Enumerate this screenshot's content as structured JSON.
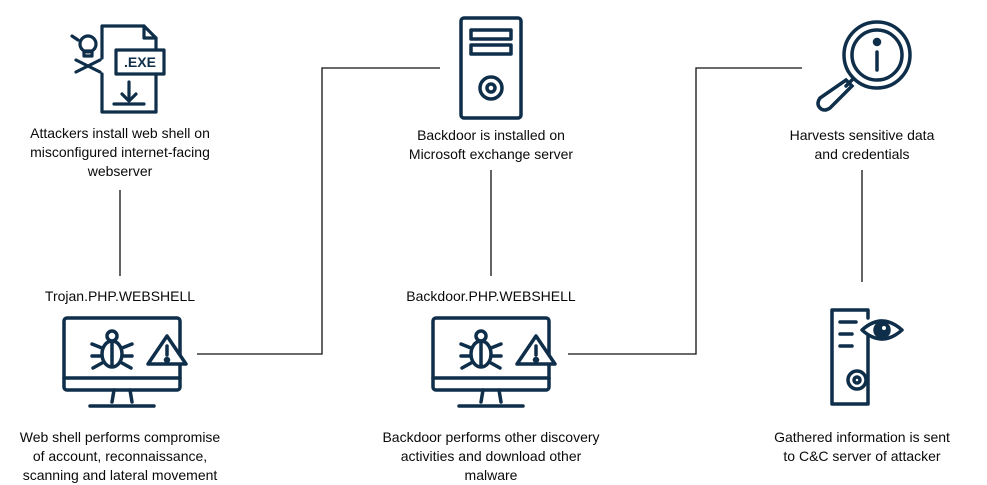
{
  "colors": {
    "icon": "#0e2e4a",
    "line": "#111111",
    "text": "#0a0a0a"
  },
  "nodes": [
    {
      "id": "step1",
      "icon": "exe-file-skull-icon",
      "text": "Attackers install web shell on\nmisconfigured internet-facing\nwebserver"
    },
    {
      "id": "step2",
      "icon": "server-tower-icon",
      "text": "Backdoor is installed on\nMicrosoft exchange server"
    },
    {
      "id": "step3",
      "icon": "magnifier-info-icon",
      "text": "Harvests sensitive data\nand credentials"
    },
    {
      "id": "step4",
      "icon": "monitor-bug-warning-icon",
      "tag": "Trojan.PHP.WEBSHELL",
      "text": "Web shell performs compromise\nof account, reconnaissance,\nscanning and lateral movement"
    },
    {
      "id": "step5",
      "icon": "monitor-bug-warning-icon",
      "tag": "Backdoor.PHP.WEBSHELL",
      "text": "Backdoor performs other discovery\nactivities and download other\nmalware"
    },
    {
      "id": "step6",
      "icon": "server-eye-icon",
      "text": "Gathered information is sent\nto C&C server of attacker"
    }
  ]
}
